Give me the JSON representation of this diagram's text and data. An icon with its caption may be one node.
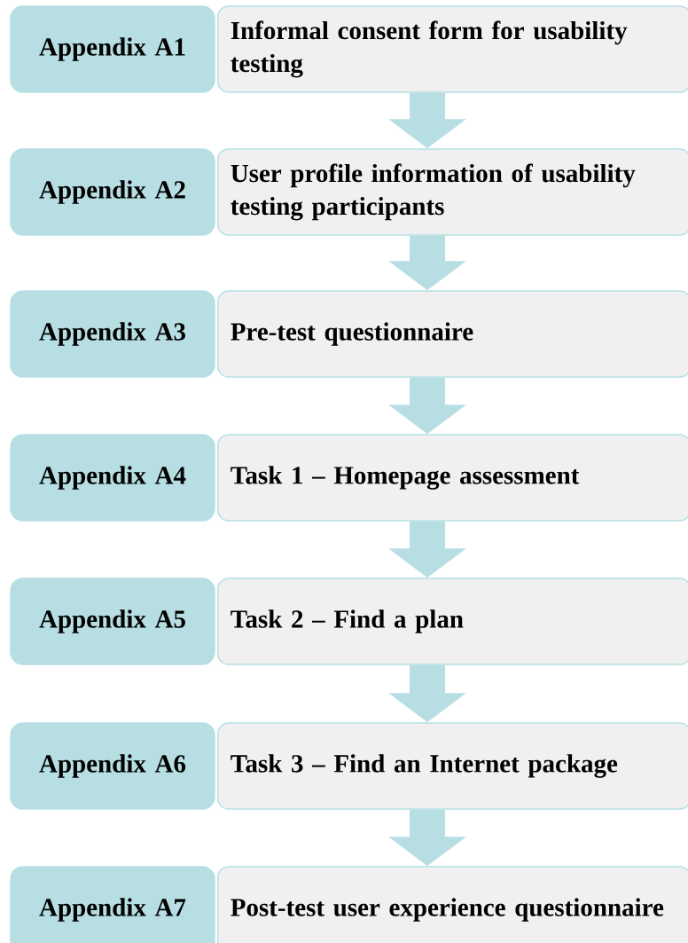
{
  "diagram": {
    "nodes": [
      {
        "text": [
          "Appendix A1"
        ]
      },
      {
        "text": [
          "Informal consent form for usability testing"
        ]
      },
      {
        "text": [
          "Appendix A2"
        ]
      },
      {
        "text": [
          "User profile information of usability testing participants"
        ]
      },
      {
        "text": [
          "Appendix A3"
        ]
      },
      {
        "text": [
          "Pre-test questionnaire"
        ]
      },
      {
        "text": [
          "Appendix A4"
        ]
      },
      {
        "text": [
          "Task 1 – Homepage assessment"
        ]
      },
      {
        "text": [
          "Appendix A5"
        ]
      },
      {
        "text": [
          "Task 2 – Find a plan"
        ]
      },
      {
        "text": [
          "Appendix A6"
        ]
      },
      {
        "text": [
          "Task 3 – Find an Internet package"
        ]
      },
      {
        "text": [
          "Appendix A7"
        ]
      },
      {
        "text": [
          "Post-test user experience questionnaire"
        ]
      }
    ],
    "edges": [
      {
        "from": 1,
        "to": 3,
        "arrow": "to"
      },
      {
        "from": 3,
        "to": 5,
        "arrow": "to"
      },
      {
        "from": 5,
        "to": 7,
        "arrow": "to"
      },
      {
        "from": 7,
        "to": 9,
        "arrow": "to"
      },
      {
        "from": 9,
        "to": 11,
        "arrow": "to"
      },
      {
        "from": 11,
        "to": 13,
        "arrow": "to"
      }
    ]
  }
}
